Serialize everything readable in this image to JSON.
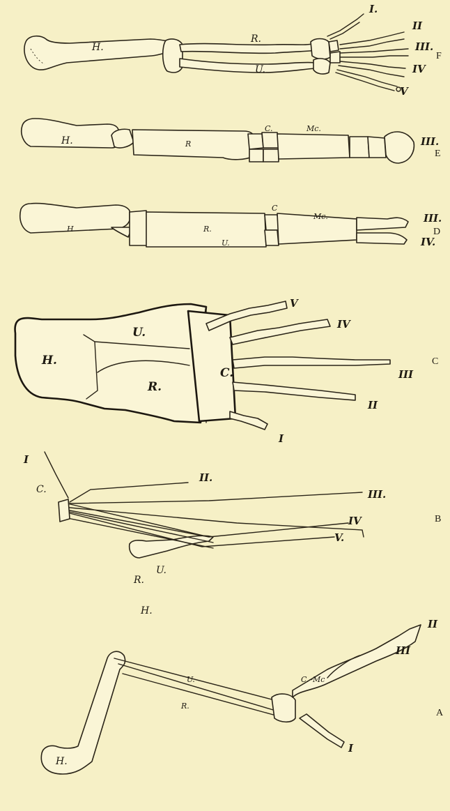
{
  "figures": {
    "A": {
      "letter": "A",
      "labels": {
        "humerus": "H.",
        "radius": "R.",
        "ulna": "U.",
        "carpometacarpus": "C.–Mc",
        "digit_1": "I",
        "digit_2": "II",
        "digit_3": "III"
      }
    },
    "B": {
      "letter": "B",
      "labels": {
        "humerus": "H.",
        "radius": "R.",
        "ulna": "U.",
        "carpus": "C.",
        "digit_1": "I",
        "digit_2": "II.",
        "digit_3": "III.",
        "digit_4": "IV",
        "digit_5": "V."
      }
    },
    "C": {
      "letter": "C",
      "labels": {
        "humerus": "H.",
        "ulna": "U.",
        "radius": "R.",
        "carpus": "C.",
        "digit_1": "I",
        "digit_2": "II",
        "digit_3": "III",
        "digit_4": "IV",
        "digit_5": "V"
      }
    },
    "D": {
      "letter": "D",
      "labels": {
        "humerus": "H",
        "radius": "R.",
        "ulna": "U.",
        "carpus": "C",
        "metacarpus": "Mc.",
        "digit_3": "III.",
        "digit_4": "IV."
      }
    },
    "E": {
      "letter": "E",
      "labels": {
        "humerus": "H.",
        "radius": "R",
        "carpus": "C.",
        "metacarpus": "Mc.",
        "digit_3": "III."
      }
    },
    "F": {
      "letter": "F",
      "labels": {
        "humerus": "H.",
        "radius": "R.",
        "ulna": "U.",
        "digit_1": "I.",
        "digit_2": "II",
        "digit_3": "III.",
        "digit_4": "IV",
        "digit_5": "V"
      }
    }
  }
}
